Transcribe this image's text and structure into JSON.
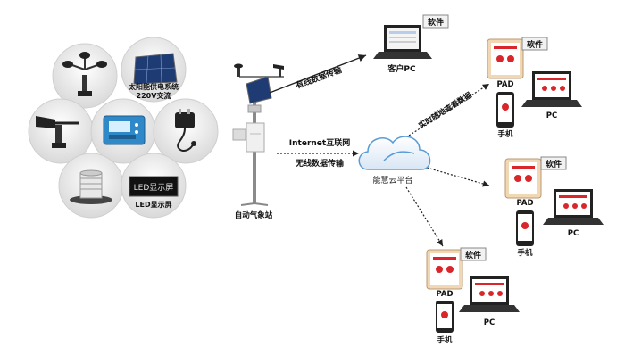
{
  "nodes": {
    "solar_power": "太阳能供电系统",
    "ac_220v": "220V交流",
    "led_display_screen": "LED显示屏",
    "led_display_label": "LED显示屏",
    "station": "自动气象站",
    "client_pc": "客户PC",
    "cloud": "能慧云平台",
    "pad": "PAD",
    "pc": "PC",
    "phone": "手机",
    "software": "软件"
  },
  "links": {
    "wired": "有线数据传输",
    "internet": "Internet互联网",
    "wireless": "无线数据传输",
    "realtime": "实时随地查看数据"
  },
  "colors": {
    "accent_red": "#d8262b",
    "cloud_blue": "#5b9bd5",
    "dark": "#222222"
  }
}
